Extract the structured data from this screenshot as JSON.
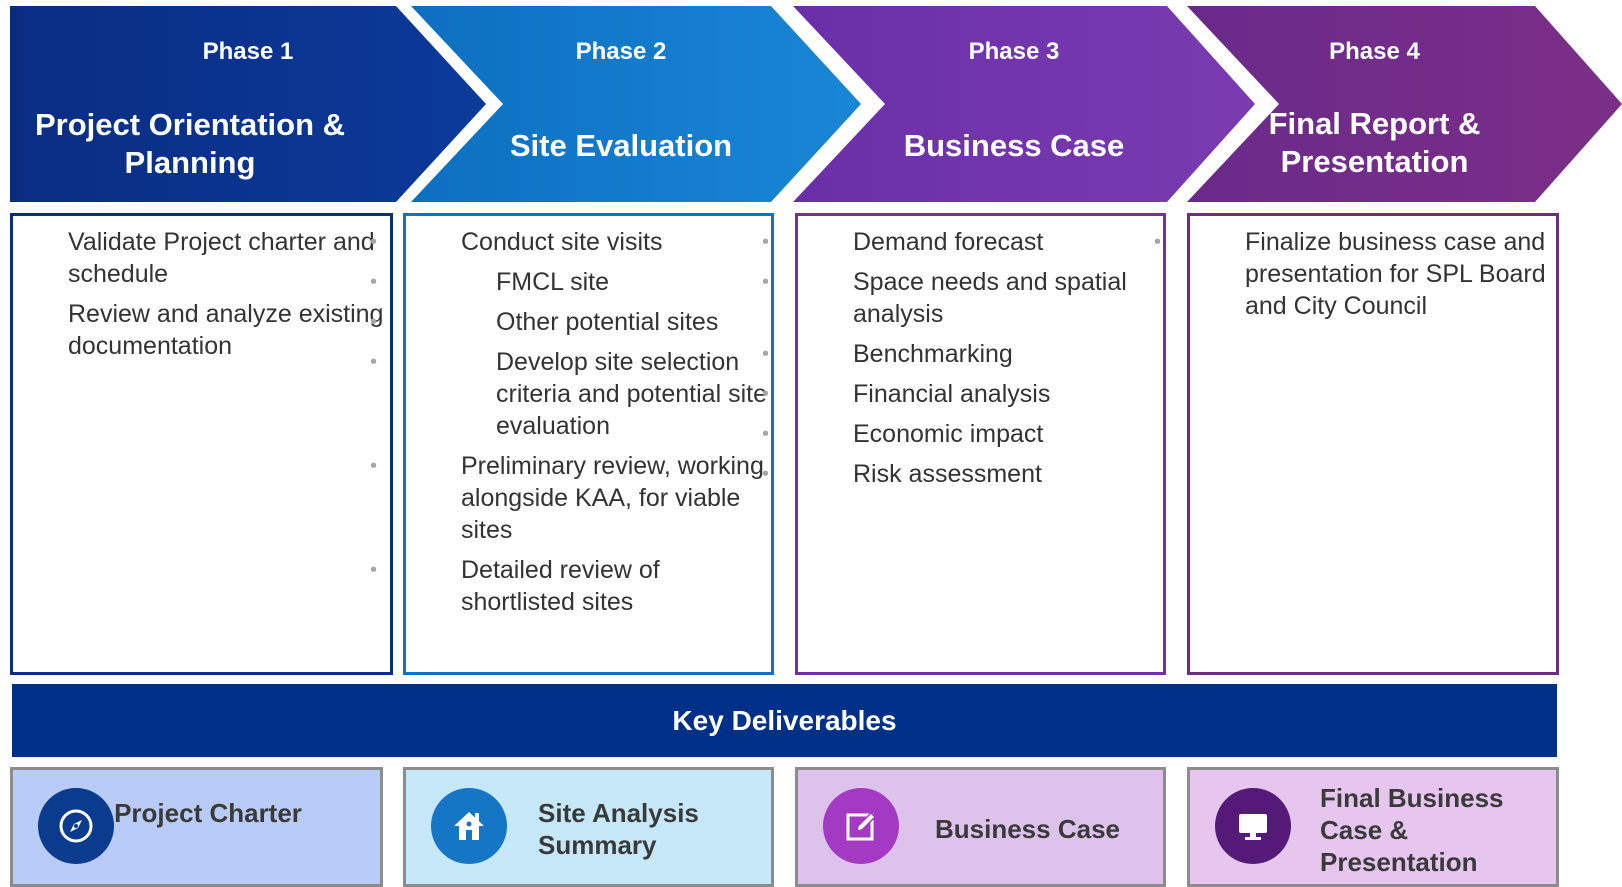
{
  "phases": [
    {
      "label": "Phase 1",
      "title": "Project Orientation & Planning",
      "color": "#0a2d82",
      "bullets": [
        "Validate Project charter and schedule",
        "Review and analyze existing documentation"
      ]
    },
    {
      "label": "Phase 2",
      "title": "Site Evaluation",
      "color": "#0e73c4",
      "bullets": [
        "Conduct site visits",
        "FMCL site",
        "Other potential sites",
        "Develop site selection criteria and potential site evaluation",
        "Preliminary review, working alongside KAA, for viable sites",
        "Detailed review of shortlisted sites"
      ]
    },
    {
      "label": "Phase 3",
      "title": "Business Case",
      "color": "#7032a0",
      "bullets": [
        "Demand forecast",
        "Space needs and spatial analysis",
        "Benchmarking",
        "Financial analysis",
        "Economic impact",
        "Risk assessment"
      ]
    },
    {
      "label": "Phase 4",
      "title": "Final Report & Presentation",
      "color": "#6b2d80",
      "bullets": [
        "Finalize business case and presentation for SPL Board and City Council"
      ]
    }
  ],
  "deliverables_header": "Key Deliverables",
  "deliverables": [
    {
      "label": "Project Charter",
      "icon": "compass-icon",
      "color": "#0b3b8c"
    },
    {
      "label": "Site Analysis Summary",
      "icon": "house-icon",
      "color": "#1676c6"
    },
    {
      "label": "Business Case",
      "icon": "edit-icon",
      "color": "#a43ac3"
    },
    {
      "label": "Final Business Case & Presentation",
      "icon": "monitor-icon",
      "color": "#551a78"
    }
  ]
}
